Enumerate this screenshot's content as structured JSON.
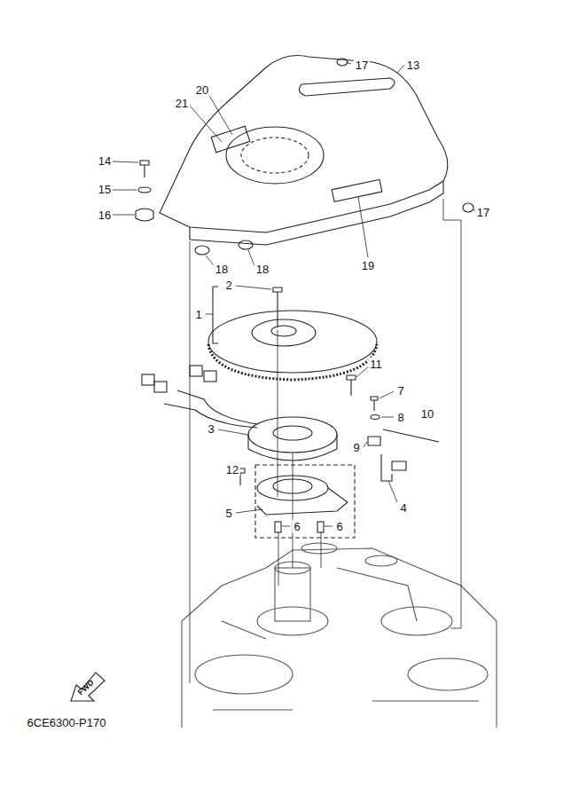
{
  "diagram": {
    "labels": [
      "17",
      "13",
      "20",
      "21",
      "14",
      "15",
      "16",
      "17",
      "19",
      "18",
      "18",
      "2",
      "1",
      "11",
      "7",
      "8",
      "10",
      "3",
      "9",
      "4",
      "12",
      "5",
      "6",
      "6",
      "6CE6300-P170",
      "FWD"
    ]
  }
}
